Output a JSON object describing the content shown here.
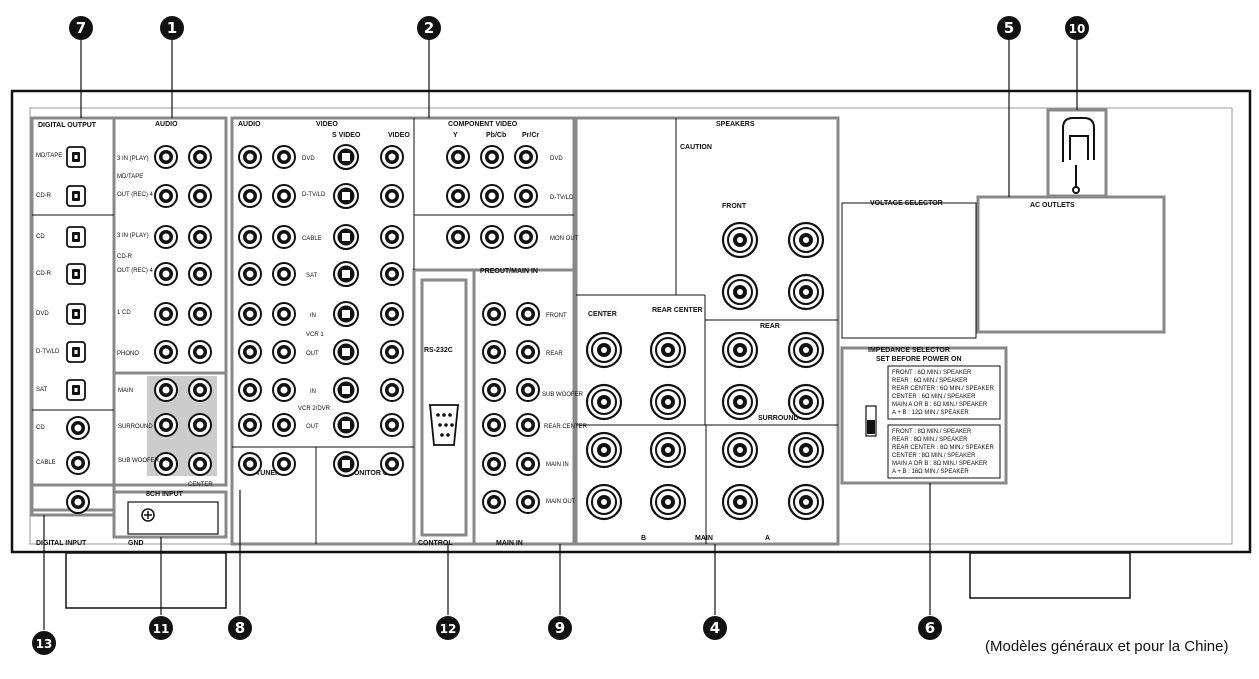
{
  "callouts": [
    "7",
    "1",
    "2",
    "5",
    "10",
    "13",
    "11",
    "8",
    "12",
    "9",
    "4",
    "6"
  ],
  "sections": {
    "digital_output": "DIGITAL OUTPUT",
    "digital_input": "DIGITAL INPUT",
    "audio": "AUDIO",
    "video": "VIDEO",
    "s_video": "S VIDEO",
    "component_video": "COMPONENT VIDEO",
    "speakers": "SPEAKERS",
    "caution": "CAUTION",
    "voltage_selector": "VOLTAGE SELECTOR",
    "ac_outlets": "AC OUTLETS",
    "impedance_selector": "IMPEDANCE SELECTOR",
    "set_before": "SET BEFORE POWER ON",
    "preout_main_in": "PREOUT/MAIN IN",
    "main_in": "MAIN IN",
    "control": "CONTROL",
    "rs232c": "RS-232C",
    "ch8_input": "8CH INPUT",
    "gnd": "GND",
    "tuner": "TUNER",
    "monitor_out": "MONITOR OUT",
    "front": "FRONT",
    "rear": "REAR",
    "center": "CENTER",
    "rear_center": "REAR CENTER",
    "surround": "SURROUND",
    "main": "MAIN",
    "sub_woofer": "SUB WOOFER",
    "main_out": "MAIN OUT",
    "y": "Y",
    "pb": "Pb/Cb",
    "pr": "Pr/Cr",
    "a": "A",
    "b": "B"
  },
  "digital_output_labels": [
    "MD/TAPE",
    "CD-R",
    "CD",
    "CD-R",
    "DVD",
    "D-TV/LD",
    "SAT",
    "CD",
    "CABLE"
  ],
  "audio_labels": [
    "3 IN (PLAY)",
    "MD/TAPE",
    "OUT (REC) 4",
    "3 IN (PLAY)",
    "CD-R",
    "OUT (REC) 4",
    "1 CD",
    "PHONO"
  ],
  "video_labels": [
    "DVD",
    "D-TV/LD",
    "CABLE",
    "SAT",
    "IN",
    "VCR 1",
    "OUT",
    "IN",
    "VCR 2/DVR",
    "OUT"
  ],
  "component_labels": [
    "DVD",
    "D-TV/LD",
    "MON OUT"
  ],
  "preout_labels": [
    "FRONT",
    "REAR",
    "SUB WOOFER",
    "REAR CENTER",
    "MAIN IN",
    "MAIN OUT"
  ],
  "ch8_labels": [
    "MAIN",
    "SURROUND",
    "SUB WOOFER",
    "CENTER"
  ],
  "impedance_rows_a": [
    "FRONT : 6Ω MIN./ SPEAKER",
    "REAR : 6Ω MIN./ SPEAKER",
    "REAR CENTER : 6Ω MIN./ SPEAKER",
    "CENTER : 6Ω MIN./ SPEAKER",
    "MAIN A OR B : 6Ω MIN./ SPEAKER",
    "A + B : 12Ω MIN./ SPEAKER"
  ],
  "impedance_rows_b": [
    "FRONT : 8Ω MIN./ SPEAKER",
    "REAR : 8Ω MIN./ SPEAKER",
    "REAR CENTER : 8Ω MIN./ SPEAKER",
    "CENTER : 8Ω MIN./ SPEAKER",
    "MAIN A OR B : 8Ω MIN./ SPEAKER",
    "A + B : 16Ω MIN./ SPEAKER"
  ],
  "caption": "(Modèles généraux et pour la Chine)"
}
